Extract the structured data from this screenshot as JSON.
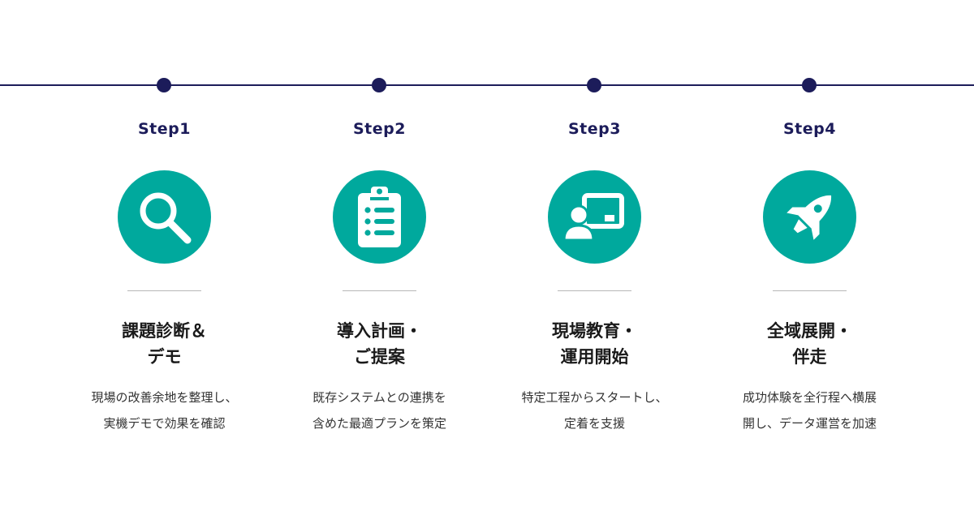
{
  "colors": {
    "line": "#1c1c5a",
    "accent": "#00a99d",
    "divider": "#b8b8b8"
  },
  "steps": [
    {
      "label": "Step1",
      "icon": "magnifier-icon",
      "title_lines": [
        "課題診断＆",
        "デモ"
      ],
      "desc_lines": [
        "現場の改善余地を整理し、",
        "実機デモで効果を確認"
      ]
    },
    {
      "label": "Step2",
      "icon": "clipboard-list-icon",
      "title_lines": [
        "導入計画・",
        "ご提案"
      ],
      "desc_lines": [
        "既存システムとの連携を",
        "含めた最適プランを策定"
      ]
    },
    {
      "label": "Step3",
      "icon": "presenter-board-icon",
      "title_lines": [
        "現場教育・",
        "運用開始"
      ],
      "desc_lines": [
        "特定工程からスタートし、",
        "定着を支援"
      ]
    },
    {
      "label": "Step4",
      "icon": "rocket-icon",
      "title_lines": [
        "全域展開・",
        "伴走"
      ],
      "desc_lines": [
        "成功体験を全行程へ横展",
        "開し、データ運営を加速"
      ]
    }
  ]
}
